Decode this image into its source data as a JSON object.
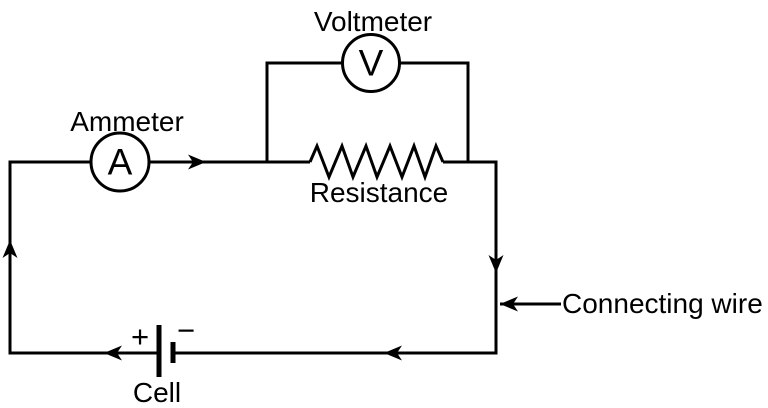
{
  "diagram": {
    "type": "series-electric-circuit",
    "background_color": "#ffffff",
    "line_color": "#000000",
    "components": {
      "voltmeter": {
        "label": "Voltmeter",
        "symbol": "V"
      },
      "ammeter": {
        "label": "Ammeter",
        "symbol": "A"
      },
      "resistor": {
        "label": "Resistance"
      },
      "cell": {
        "label": "Cell",
        "positive_terminal": "+",
        "negative_terminal": "−"
      },
      "wire": {
        "label": "Connecting wire"
      }
    }
  }
}
